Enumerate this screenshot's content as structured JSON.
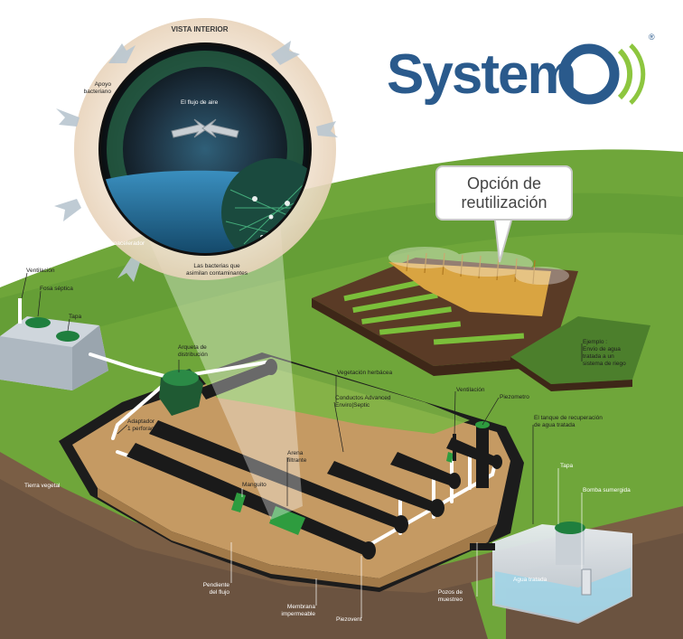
{
  "brand": {
    "name": "System",
    "registered_mark": "®",
    "color": "#2a5a8c",
    "accent": "#8dc63f"
  },
  "reuse_box": {
    "text": "Opción de\nreutilización"
  },
  "inset": {
    "title": "VISTA INTERIOR",
    "labels": {
      "apoyo": "Apoyo\nbacteriano",
      "flujo_aire": "El flujo de aire",
      "bioacelerador": "Bioacelerador",
      "bacterias": "Las bacterias que\nasimilan contaminantes"
    }
  },
  "labels": {
    "ventilacion_left": "Ventilación",
    "fosa": "Fosa séptica",
    "tapa_left": "Tapa",
    "arqueta": "Arqueta de\ndistribución",
    "vegetacion": "Vegetación herbácea",
    "conductos": "Conductos Advanced\nEnviro|Septic",
    "ventilacion_right": "Ventilación",
    "piezometro": "Piezometro",
    "tanque": "El tanque de recuperación\nde agua tratada",
    "ejemplo": "Ejemplo :\nEnvío de agua\ntratada a un\nsistema de riego",
    "adaptador": "Adaptador\n1 perforación",
    "arena": "Arena\nfiltrante",
    "manguito": "Manguito",
    "tierra": "Tierra vegetal",
    "pendiente": "Pendiente\ndel flujo",
    "membrana": "Membrana\nimpermeable",
    "piezovent": "Piezovent",
    "pozos": "Pozos de\nmuestreo",
    "agua": "Agua tratada",
    "tapa_right": "Tapa",
    "bomba": "Bomba sumergida"
  },
  "colors": {
    "grass": "#6fa63a",
    "grass_dark": "#4f8a2a",
    "sand": "#c59a63",
    "soil": "#6b5340",
    "membrane": "#1c1c1c",
    "pipe": "#1a1a1a",
    "green_band": "#2e9c3f"
  }
}
